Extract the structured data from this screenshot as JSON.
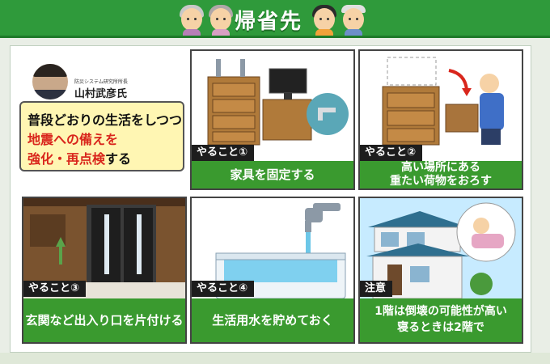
{
  "header": {
    "title": "帰省先",
    "background": "#2f9a3b"
  },
  "intro": {
    "speaker_title": "防災システム研究所所長",
    "speaker_name": "山村武彦氏",
    "line1": "普段どおりの生活をしつつ",
    "line2": "地震への備えを",
    "line3_highlight": "強化・再点検",
    "line3_rest": "する",
    "highlight_color": "#d9261c"
  },
  "cards": [
    {
      "tag": "やること①",
      "caption": [
        "家具を固定する"
      ]
    },
    {
      "tag": "やること②",
      "caption": [
        "高い場所にある",
        "重たい荷物をおろす"
      ]
    },
    {
      "tag": "やること③",
      "caption": [
        "玄関など出入り口を片付ける"
      ]
    },
    {
      "tag": "やること④",
      "caption": [
        "生活用水を貯めておく"
      ]
    },
    {
      "tag": "注意",
      "caption": [
        "1階は倒壊の可能性が高い",
        "寝るときは2階で"
      ]
    }
  ]
}
